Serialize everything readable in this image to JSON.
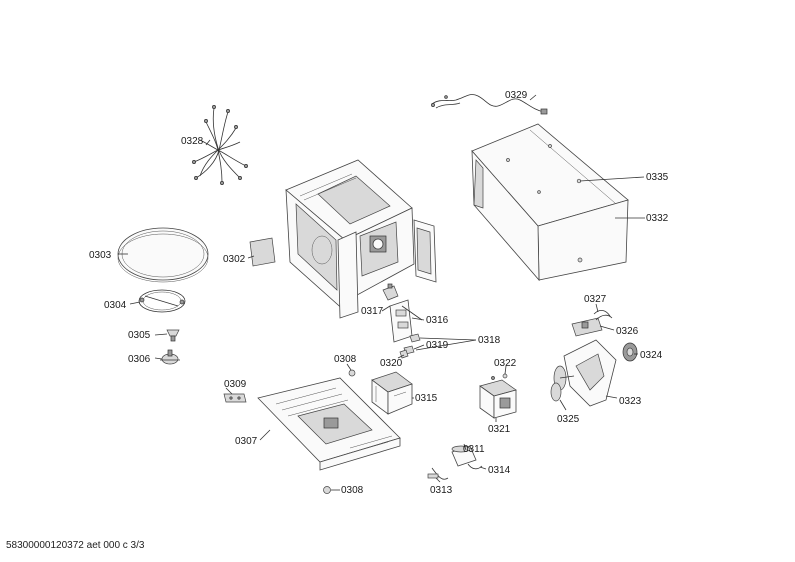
{
  "labels": {
    "p0302": "0302",
    "p0303": "0303",
    "p0304": "0304",
    "p0305": "0305",
    "p0306": "0306",
    "p0307": "0307",
    "p0308a": "0308",
    "p0308b": "0308",
    "p0309": "0309",
    "p0311": "0311",
    "p0313": "0313",
    "p0314": "0314",
    "p0315": "0315",
    "p0316": "0316",
    "p0317": "0317",
    "p0318": "0318",
    "p0319": "0319",
    "p0320": "0320",
    "p0321": "0321",
    "p0322": "0322",
    "p0323": "0323",
    "p0324": "0324",
    "p0325": "0325",
    "p0326": "0326",
    "p0327": "0327",
    "p0328": "0328",
    "p0329": "0329",
    "p0332": "0332",
    "p0335": "0335"
  },
  "footer": "58300000120372 aet 000 c 3/3"
}
